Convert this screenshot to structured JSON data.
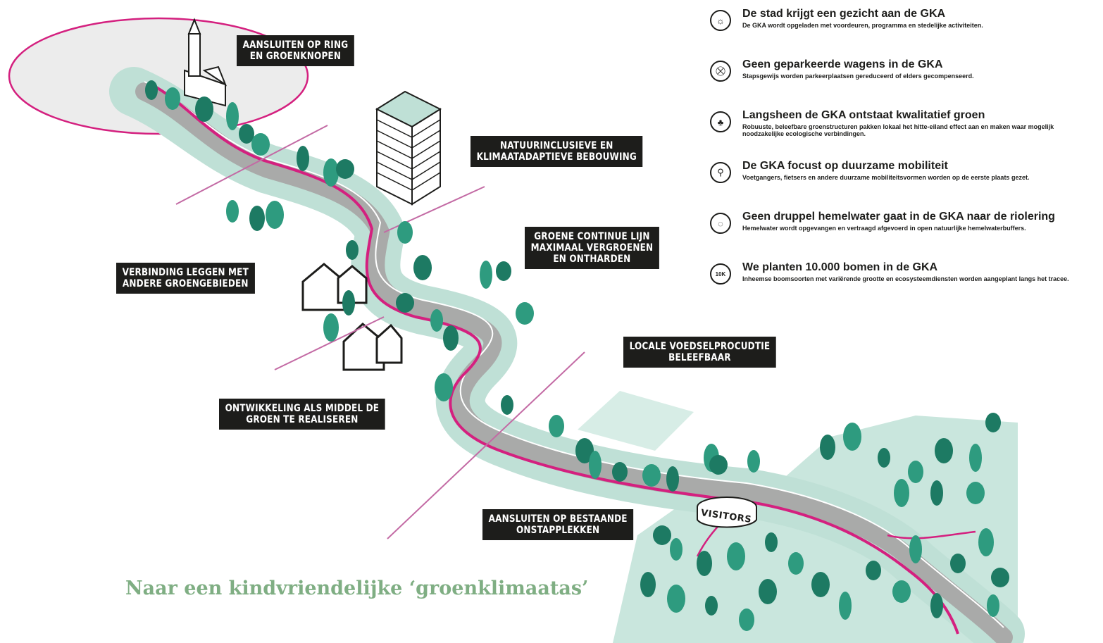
{
  "legend": [
    {
      "icon": "city-face-icon",
      "title": "De stad krijgt een gezicht aan de GKA",
      "desc": "De GKA wordt opgeladen met voordeuren, programma en stedelijke activiteiten."
    },
    {
      "icon": "no-parking-car-icon",
      "title": "Geen geparkeerde wagens in de GKA",
      "desc": "Stapsgewijs worden parkeerplaatsen gereduceerd of elders gecompenseerd."
    },
    {
      "icon": "tree-quality-icon",
      "title": "Langsheen de GKA ontstaat kwalitatief groen",
      "desc": "Robuuste, beleefbare groenstructuren pakken lokaal het hitte-eiland effect aan en maken waar mogelijk noodzakelijke ecologische verbindingen."
    },
    {
      "icon": "bicycle-icon",
      "title": "De GKA focust op duurzame mobiliteit",
      "desc": "Voetgangers, fietsers en andere duurzame mobiliteitsvormen worden op de eerste plaats gezet."
    },
    {
      "icon": "rain-drop-icon",
      "title": "Geen druppel hemelwater gaat in de GKA naar de riolering",
      "desc": "Hemelwater wordt opgevangen en vertraagd afgevoerd in open natuurlijke hemelwaterbuffers."
    },
    {
      "icon": "trees-10k-icon",
      "title": "We planten 10.000 bomen in de GKA",
      "icon_text": "10K",
      "desc": "Inheemse boomsoorten met variërende grootte en ecosysteemdiensten worden aangeplant langs het tracee."
    }
  ],
  "tags": {
    "ring": "AANSLUITEN OP RING\nEN GROENKNOPEN",
    "natuur": "NATUURINCLUSIEVE  EN\nKLIMAATADAPTIEVE BEBOUWING",
    "groene_lijn": "GROENE CONTINUE LIJN\nMAXIMAAL VERGROENEN\nEN ONTHARDEN",
    "verbinding": "VERBINDING LEGGEN MET\nANDERE GROENGEBIEDEN",
    "voedsel": "LOCALE VOEDSELPROCUDTIE\nBELEEFBAAR",
    "ontwikkeling": "ONTWIKKELING ALS MIDDEL DE\nGROEN TE REALISEREN",
    "onstapplekken": "AANSLUITEN OP BESTAANDE\nONSTAPPLEKKEN"
  },
  "visitors_sign": "VISITORS",
  "caption": "Naar een kindvriendelijke ‘groenklimaatas’",
  "colors": {
    "green_light": "#bfe0d6",
    "green_mid": "#7fc3b0",
    "tree": "#2e9b7f",
    "tree_dark": "#1d7a63",
    "road": "#a9aaa9",
    "magenta": "#d4207f",
    "arrow": "#c36aa4",
    "caption": "#7fae83"
  }
}
